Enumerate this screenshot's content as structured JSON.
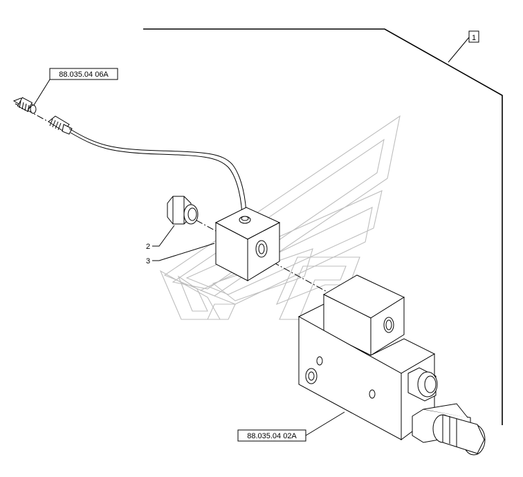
{
  "callouts": {
    "group_ref": "1",
    "ref_top": "88.035.04 06A",
    "ref_bottom": "88.035.04 02A",
    "item_2": "2",
    "item_3": "3"
  }
}
